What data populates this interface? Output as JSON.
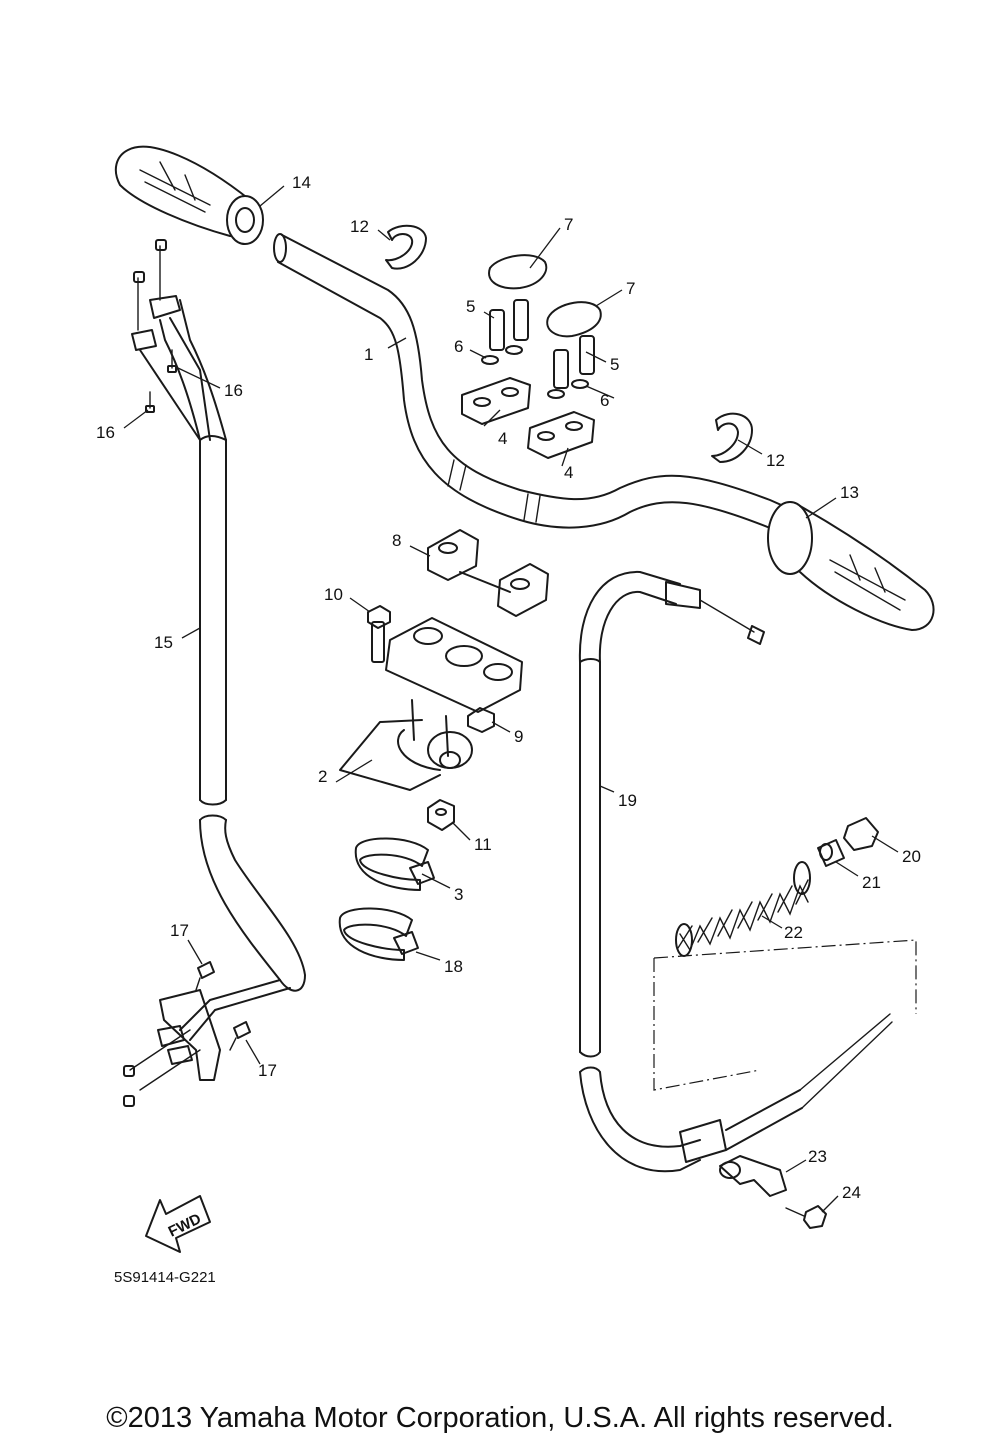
{
  "drawing_code": "5S91414-G221",
  "fwd_label": "FWD",
  "copyright": "©2013 Yamaha Motor Corporation, U.S.A. All rights reserved.",
  "callouts": {
    "c1": "1",
    "c2": "2",
    "c3": "3",
    "c4a": "4",
    "c4b": "4",
    "c5a": "5",
    "c5b": "5",
    "c6a": "6",
    "c6b": "6",
    "c7a": "7",
    "c7b": "7",
    "c8": "8",
    "c9": "9",
    "c10": "10",
    "c11": "11",
    "c12a": "12",
    "c12b": "12",
    "c13": "13",
    "c14": "14",
    "c15": "15",
    "c16a": "16",
    "c16b": "16",
    "c17a": "17",
    "c17b": "17",
    "c18": "18",
    "c19": "19",
    "c20": "20",
    "c21": "21",
    "c22": "22",
    "c23": "23",
    "c24": "24"
  }
}
